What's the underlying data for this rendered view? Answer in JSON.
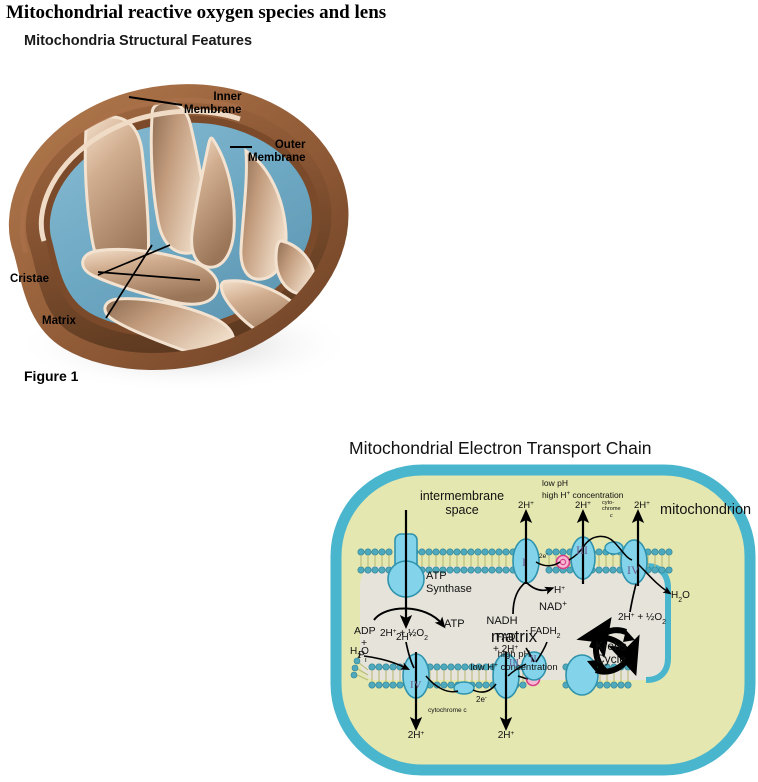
{
  "document": {
    "title": "Mitochondrial reactive oxygen species and lens"
  },
  "figure1": {
    "heading": "Mitochondria Structural Features",
    "caption": "Figure 1",
    "labels": {
      "inner_membrane_line1": "Inner",
      "inner_membrane_line2": "Membrane",
      "outer_membrane_line1": "Outer",
      "outer_membrane_line2": "Membrane",
      "cristae": "Cristae",
      "matrix": "Matrix"
    },
    "colors": {
      "outer_membrane": "#8a5634",
      "outer_membrane_dark": "#6d4125",
      "cristae": "#caa establishment",
      "cristae_fill": "#c6a183",
      "cristae_highlight": "#f0dcc6",
      "matrix_blue": "#6ea9c4"
    }
  },
  "figure2": {
    "title": "Mitochondrial Electron Transport Chain",
    "labels": {
      "mitochondrion": "mitochondrion",
      "intermembrane_line1": "intermembrane",
      "intermembrane_line2": "space",
      "low_ph": "low pH",
      "high_h_conc_pre": "high H",
      "high_h_conc_post": " concentration",
      "matrix": "matrix",
      "high_ph": "high pH",
      "low_h_conc_pre": "low H",
      "low_h_conc_post": " concentration",
      "atp_synthase_line1": "ATP",
      "atp_synthase_line2": "Synthase",
      "krebs_line1": "Krebs",
      "krebs_line2": "Cycle",
      "adp": "ADP",
      "plus": "+",
      "pi": "P",
      "pi_sub": "i",
      "atp": "ATP",
      "nadh": "NADH",
      "nad_plus": "NAD",
      "nad_plus_sup": "+",
      "h_plus": "H",
      "two_h_plus": "2H",
      "two_e_minus": "2e",
      "water": "H O",
      "water_sub": "2",
      "two_h_half_o2": "2H  + ½O",
      "o2_sub": "2",
      "fad_line1": "FAD",
      "fad_line2": "+ 2H",
      "fadh2": "FADH",
      "fadh2_sub": "2",
      "cytochrome_small_line1": "cyto-",
      "cytochrome_small_line2": "chrome",
      "cytochrome_small_line3": "c",
      "cytochrome_c": "cytochrome  c",
      "complex_1": "I",
      "complex_2": "II",
      "complex_3": "III",
      "complex_4": "IV",
      "superscript_plus": "+",
      "superscript_minus": "-"
    },
    "colors": {
      "outer_membrane": "#4ab6ce",
      "intermembrane_space": "#e4e7b0",
      "matrix_fill": "#e6e3da",
      "protein_fill": "#83d4ea",
      "protein_stroke": "#2f93ad",
      "lipid_head": "#4fa9bc",
      "lipid_tail": "#d8d9a0",
      "coq_fill": "#f6b9d4",
      "coq_stroke": "#d9408a"
    }
  }
}
